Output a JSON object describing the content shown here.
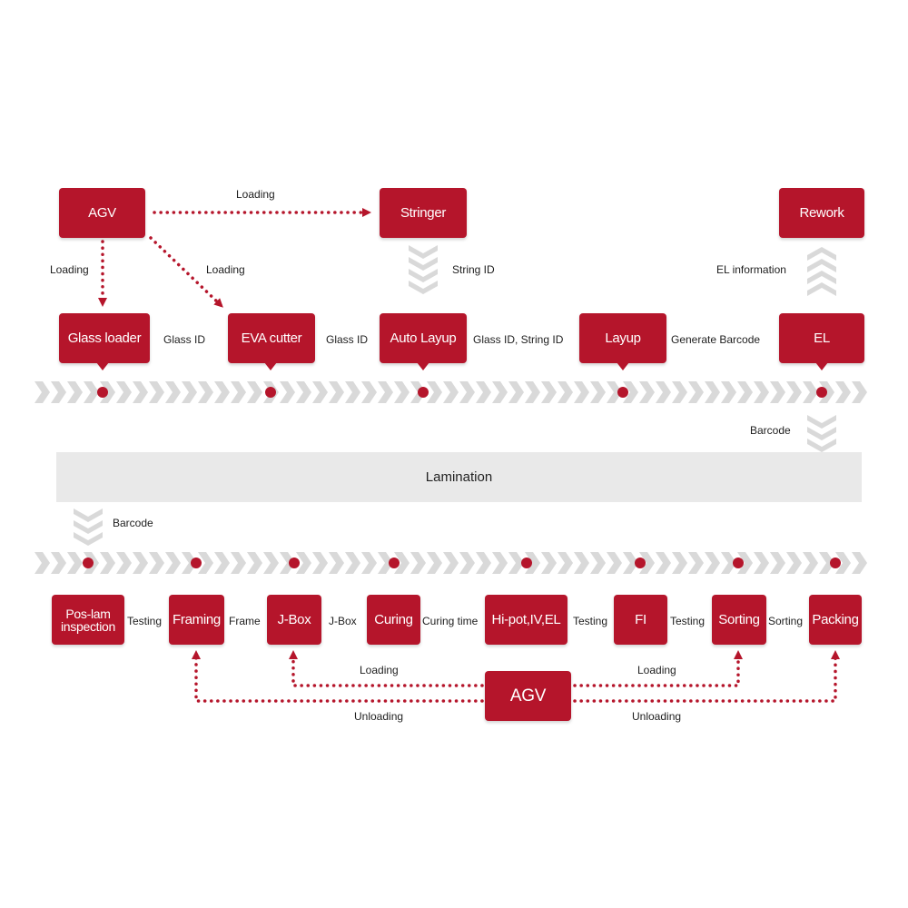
{
  "colors": {
    "accent": "#b5152b",
    "conveyor": "#d9d9d9",
    "band": "#e9e9e9"
  },
  "nodes": {
    "agv_top": "AGV",
    "stringer": "Stringer",
    "rework": "Rework",
    "glass_loader": "Glass loader",
    "eva_cutter": "EVA cutter",
    "auto_layup": "Auto Layup",
    "layup": "Layup",
    "el": "EL",
    "lamination": "Lamination",
    "poslam_line1": "Pos-lam",
    "poslam_line2": "inspection",
    "framing": "Framing",
    "jbox": "J-Box",
    "curing": "Curing",
    "hipot": "Hi-pot,IV,EL",
    "fi": "FI",
    "sorting": "Sorting",
    "packing": "Packing",
    "agv_bottom": "AGV"
  },
  "labels": {
    "loading_top_right": "Loading",
    "loading_top_down": "Loading",
    "loading_top_diag": "Loading",
    "string_id": "String ID",
    "el_information": "EL information",
    "glass_id_1": "Glass ID",
    "glass_id_2": "Glass ID",
    "glass_string_id": "Glass ID, String ID",
    "generate_barcode": "Generate Barcode",
    "barcode_right": "Barcode",
    "barcode_left": "Barcode",
    "testing_1": "Testing",
    "frame": "Frame",
    "jbox_label": "J-Box",
    "curing_time": "Curing time",
    "testing_2": "Testing",
    "testing_3": "Testing",
    "sorting_label": "Sorting",
    "loading_bottom_left": "Loading",
    "loading_bottom_right": "Loading",
    "unloading_left": "Unloading",
    "unloading_right": "Unloading"
  }
}
